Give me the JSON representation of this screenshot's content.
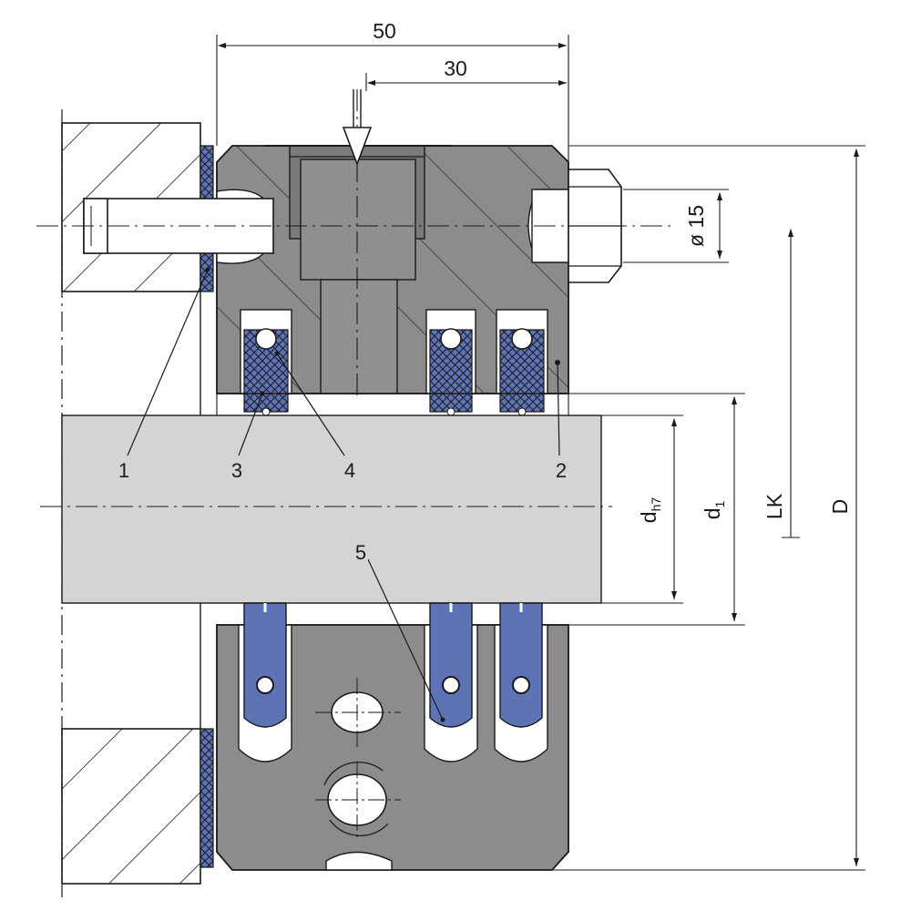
{
  "dimensions": {
    "width_overall": "50",
    "width_partial": "30",
    "bolt_diameter": "ø 15",
    "d_h7": "d",
    "d_h7_sub": "h7",
    "d1": "d",
    "d1_sub": "1",
    "lk": "LK",
    "outer_d": "D"
  },
  "callouts": [
    "1",
    "3",
    "4",
    "2",
    "5"
  ],
  "colors": {
    "housing": "#8c8c8c",
    "housing_dark": "#7a7a7a",
    "shaft": "#d4d4d4",
    "seal_blue": "#5d73b5",
    "seal_blue_light": "#7f91c9",
    "line": "#1a1a1a"
  }
}
